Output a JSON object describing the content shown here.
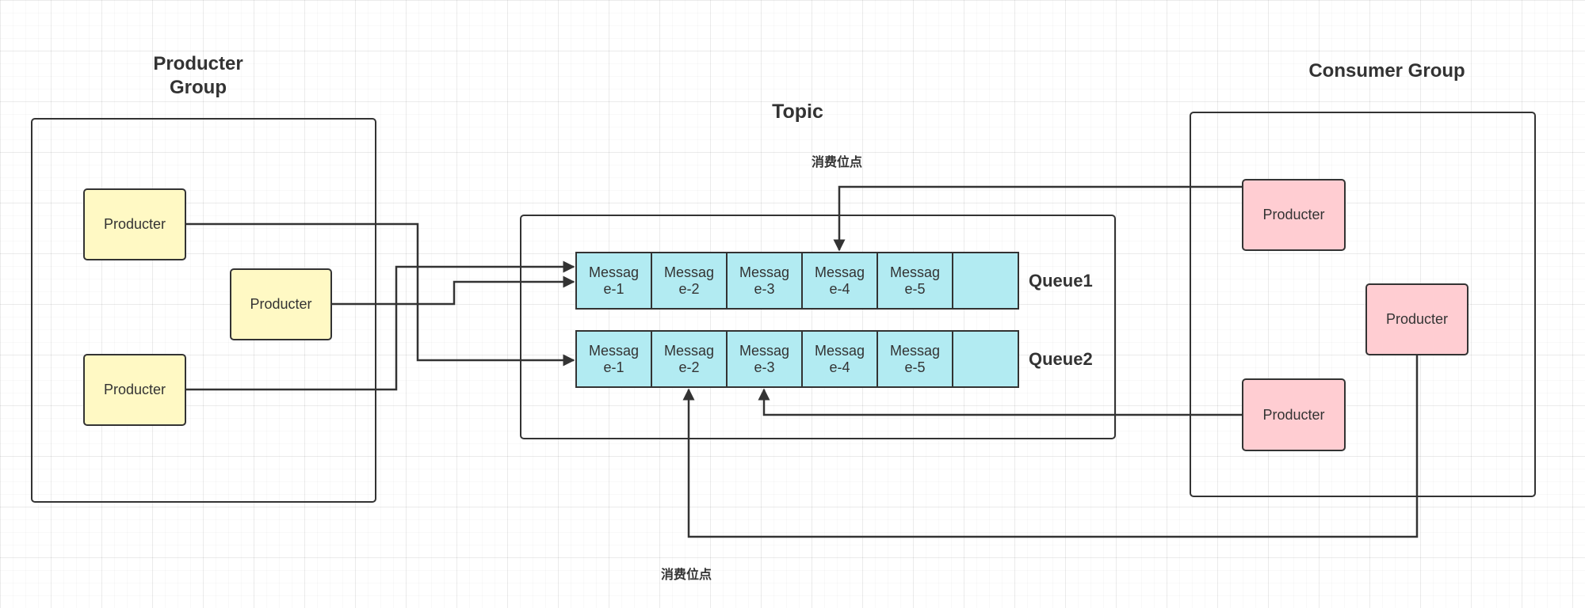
{
  "producer_group": {
    "title": "Producter Group",
    "producers": [
      "Producter",
      "Producter",
      "Producter"
    ]
  },
  "topic": {
    "title": "Topic",
    "queues": [
      {
        "name": "Queue1",
        "messages": [
          "Message-1",
          "Message-2",
          "Message-3",
          "Message-4",
          "Message-5",
          ""
        ]
      },
      {
        "name": "Queue2",
        "messages": [
          "Message-1",
          "Message-2",
          "Message-3",
          "Message-4",
          "Message-5",
          ""
        ]
      }
    ]
  },
  "consumer_group": {
    "title": "Consumer Group",
    "consumers": [
      "Producter",
      "Producter",
      "Producter"
    ]
  },
  "annotations": {
    "offset_top": "消费位点",
    "offset_bottom": "消费位点"
  },
  "colors": {
    "producer_fill": "#fff9c4",
    "consumer_fill": "#ffcdd2",
    "message_fill": "#b2ebf2",
    "stroke": "#333333"
  }
}
